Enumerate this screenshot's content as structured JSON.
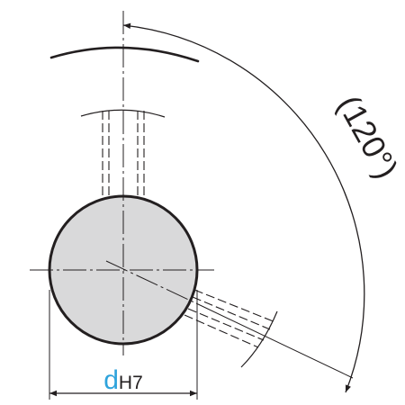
{
  "angle_dimension": {
    "text": "(120°)"
  },
  "diameter_dimension": {
    "symbol": "d",
    "tolerance": "H7"
  },
  "colors": {
    "line": "#231f20",
    "shaft_fill": "#d9d9da",
    "accent": "#2ea3dc"
  }
}
